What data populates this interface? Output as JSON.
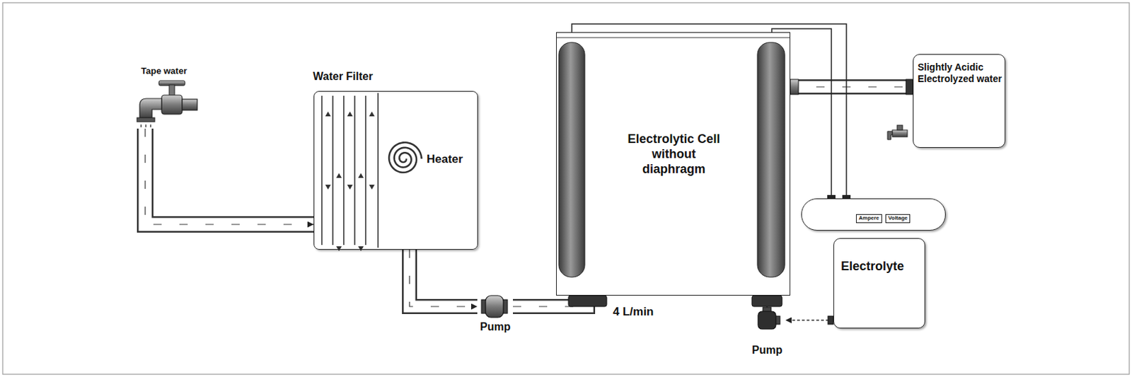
{
  "diagram": {
    "nodes": [
      {
        "text": [
          "Tape water"
        ]
      },
      {
        "text": [
          "Water Filter",
          "Heater"
        ]
      },
      {
        "text": [
          "Pump"
        ]
      },
      {
        "text": [
          "Electrolytic Cell without diaphragm"
        ]
      },
      {
        "text": [
          "Slightly Acidic Electrolyzed water"
        ]
      },
      {
        "text": [
          "Ampere",
          "Voltage"
        ]
      },
      {
        "text": [
          "Electrolyte"
        ]
      },
      {
        "text": [
          "Pump"
        ]
      }
    ],
    "edges": [
      {
        "from": 0,
        "to": 1,
        "arrow": "to"
      },
      {
        "from": 1,
        "to": 2,
        "arrow": "to"
      },
      {
        "from": 2,
        "to": 3,
        "label": "4 L/min",
        "arrow": "to"
      },
      {
        "from": 3,
        "to": 4,
        "arrow": "none"
      },
      {
        "from": 3,
        "to": 5,
        "arrow": "none"
      },
      {
        "from": 6,
        "to": 7,
        "arrow": "to"
      },
      {
        "from": 7,
        "to": 3,
        "arrow": "to"
      }
    ]
  }
}
